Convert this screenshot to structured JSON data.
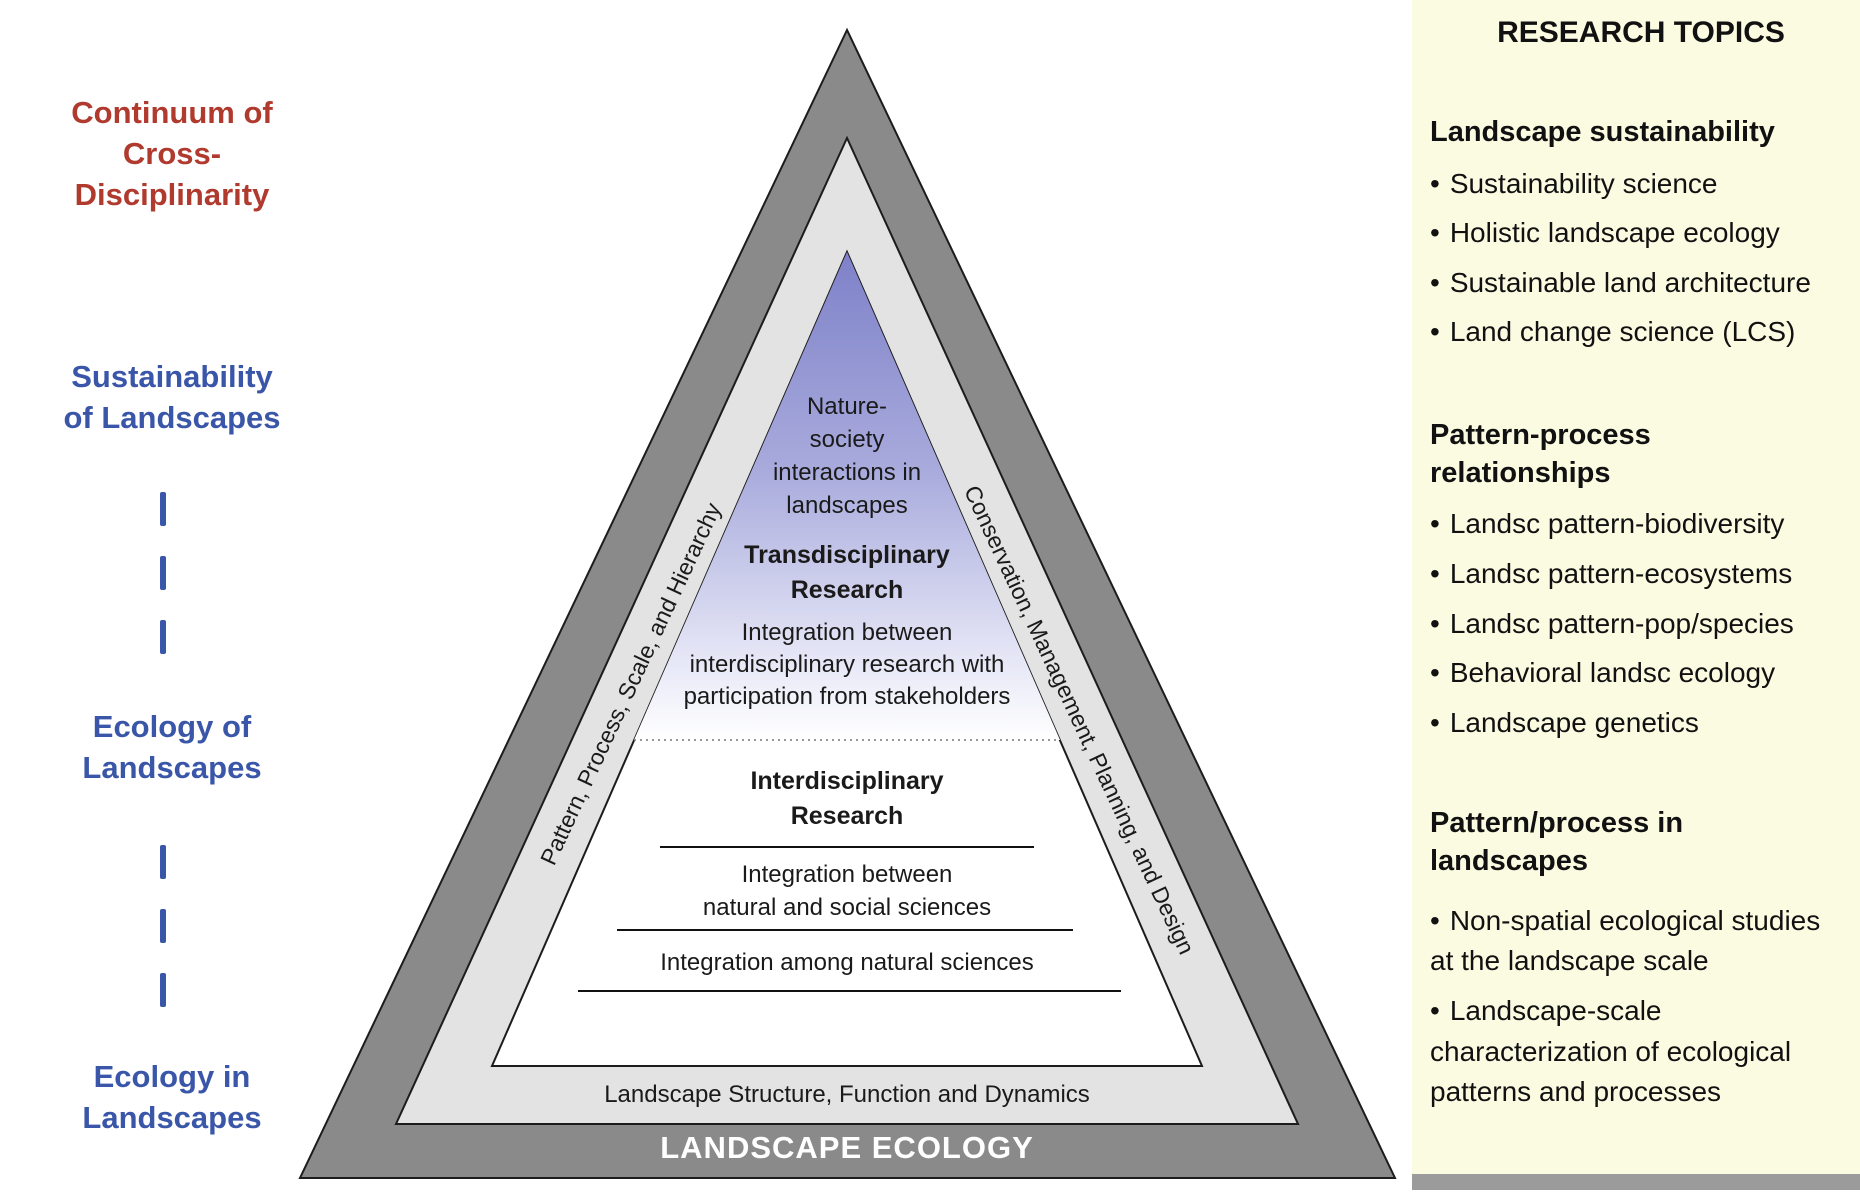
{
  "left_labels": {
    "continuum": "Continuum of\nCross-\nDisciplinarity",
    "sustainability": "Sustainability\nof Landscapes",
    "ecology_of": "Ecology of\nLandscapes",
    "ecology_in": "Ecology in\nLandscapes"
  },
  "pyramid": {
    "nature_society": "Nature-\nsociety\ninteractions in\nlandscapes",
    "transdisciplinary_title": "Transdisciplinary\nResearch",
    "transdisciplinary_desc": "Integration between\ninterdisciplinary research with\nparticipation from stakeholders",
    "interdisciplinary_title": "Interdisciplinary\nResearch",
    "integration_nat_soc": "Integration between\nnatural and social sciences",
    "integration_natural": "Integration among natural sciences",
    "left_edge": "Pattern, Process, Scale, and Hierarchy",
    "right_edge": "Conservation, Management, Planning, and Design",
    "base_inner": "Landscape Structure, Function and Dynamics",
    "base_outer": "LANDSCAPE ECOLOGY"
  },
  "research_topics": {
    "title": "RESEARCH TOPICS",
    "sections": [
      {
        "heading": "Landscape sustainability",
        "items": [
          "Sustainability science",
          "Holistic landscape ecology",
          "Sustainable land architecture",
          "Land change science (LCS)"
        ]
      },
      {
        "heading": "Pattern-process\nrelationships",
        "items": [
          "Landsc pattern-biodiversity",
          "Landsc pattern-ecosystems",
          "Landsc pattern-pop/species",
          "Behavioral landsc ecology",
          "Landscape genetics"
        ]
      },
      {
        "heading": "Pattern/process in\nlandscapes",
        "items": [
          "Non-spatial ecological studies\nat the landscape scale",
          "Landscape-scale\ncharacterization of ecological\npatterns and processes"
        ]
      }
    ]
  },
  "glyphs": {
    "bullet": "•"
  },
  "colors": {
    "red_label": "#b03a2e",
    "blue_label": "#3a56a8",
    "tri_outer": "#8a8a8a",
    "tri_mid": "#e3e3e3",
    "tri_inner": "#ffffff",
    "purple_top": "#7e81c8",
    "panel_bg": "#fbfbe2",
    "bar_gray": "#9b9b9b"
  }
}
